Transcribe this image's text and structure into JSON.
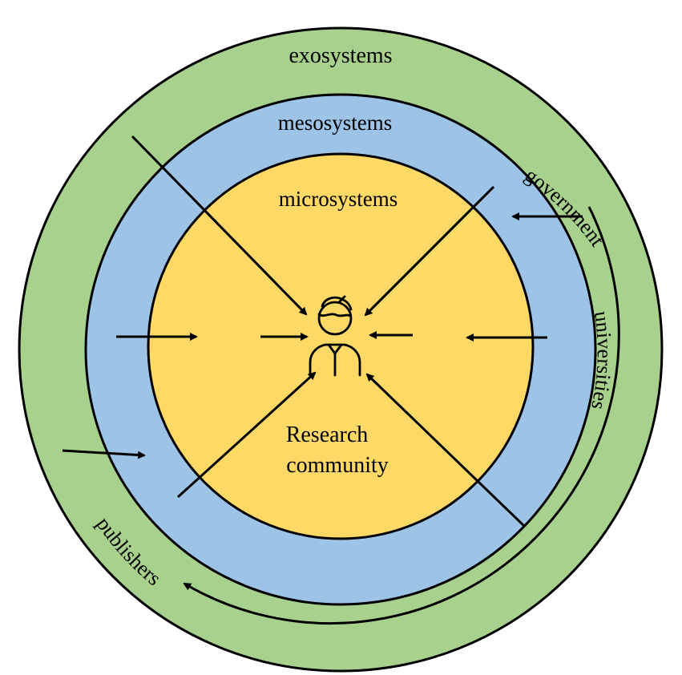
{
  "labels": {
    "exo": "exosystems",
    "meso": "mesosystems",
    "micro": "microsystems",
    "government": "government",
    "universities": "universities",
    "publishers": "publishers",
    "community_line1": "Research",
    "community_line2": "community"
  },
  "colors": {
    "exo": "#a9d18e",
    "meso": "#9dc3e6",
    "micro": "#ffd966",
    "stroke": "#000000"
  },
  "icons": {
    "center": "researcher-person-icon"
  }
}
